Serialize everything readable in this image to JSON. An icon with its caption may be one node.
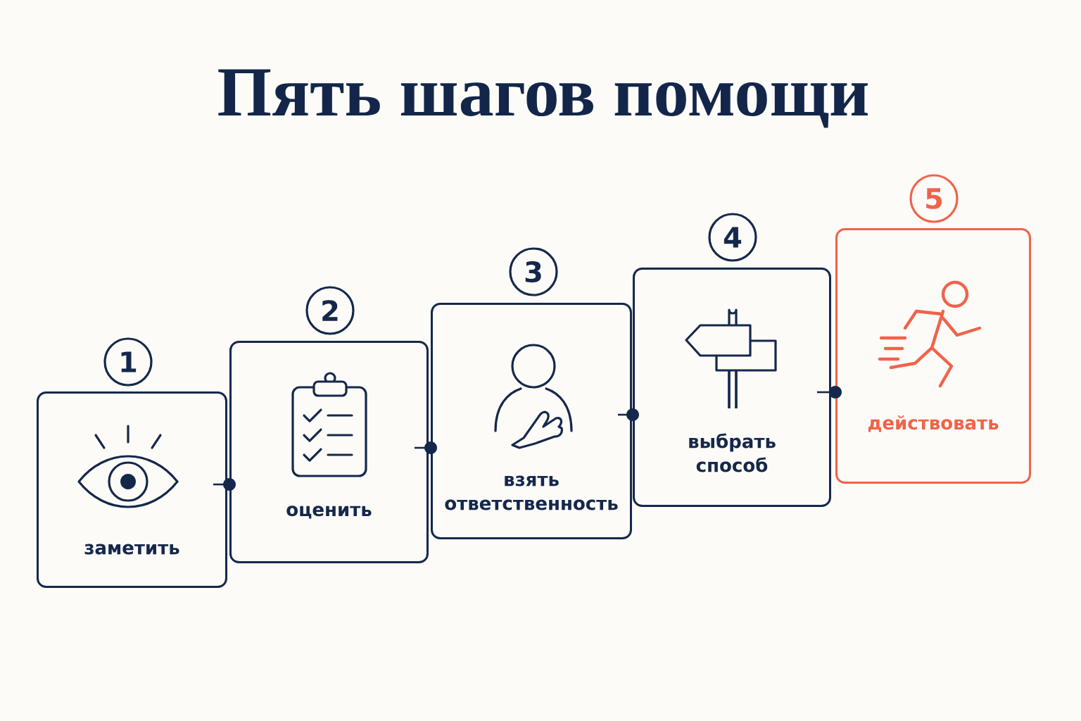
{
  "diagram": {
    "title": "Пять шагов помощи",
    "nodes": [
      {
        "text": [
          "1"
        ]
      },
      {
        "text": [
          "заметить"
        ]
      },
      {
        "text": [
          "2"
        ]
      },
      {
        "text": [
          "оценить"
        ]
      },
      {
        "text": [
          "3"
        ]
      },
      {
        "text": [
          "взять ответственность"
        ]
      },
      {
        "text": [
          "4"
        ]
      },
      {
        "text": [
          "выбрать способ"
        ]
      },
      {
        "text": [
          "5"
        ]
      },
      {
        "text": [
          "действовать"
        ]
      }
    ],
    "edges": [
      {
        "from": 1,
        "to": 3,
        "arrow": "other"
      },
      {
        "from": 3,
        "to": 5,
        "arrow": "other"
      },
      {
        "from": 5,
        "to": 7,
        "arrow": "other"
      },
      {
        "from": 7,
        "to": 9,
        "arrow": "other"
      }
    ]
  }
}
